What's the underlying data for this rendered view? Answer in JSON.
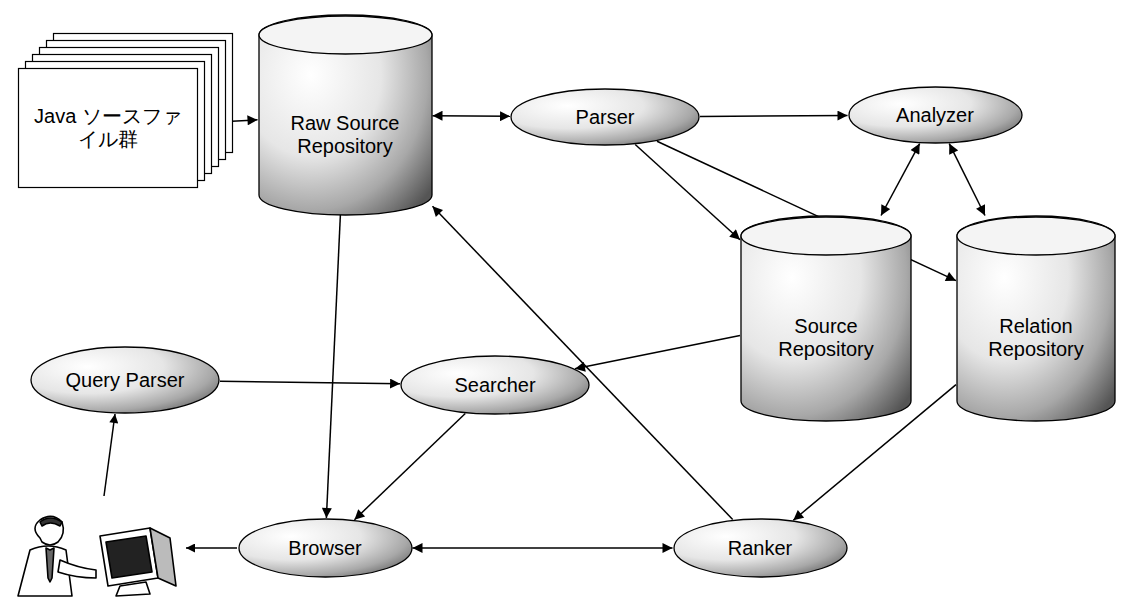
{
  "diagram": {
    "nodes": [
      {
        "text": [
          "Java ソースファイル群"
        ]
      },
      {
        "text": [
          "Raw Source Repository"
        ]
      },
      {
        "text": [
          "Parser"
        ]
      },
      {
        "text": [
          "Analyzer"
        ]
      },
      {
        "text": [
          "Source Repository"
        ]
      },
      {
        "text": [
          "Relation Repository"
        ]
      },
      {
        "text": [
          "Query Parser"
        ]
      },
      {
        "text": [
          "Searcher"
        ]
      },
      {
        "text": [
          "Browser"
        ]
      },
      {
        "text": [
          "Ranker"
        ]
      }
    ],
    "edges": [
      {
        "from": 0,
        "to": 1,
        "arrow": "to"
      },
      {
        "from": 1,
        "to": 2,
        "arrow": "both"
      },
      {
        "from": 2,
        "to": 3,
        "arrow": "to"
      },
      {
        "from": 2,
        "to": 4,
        "arrow": "to"
      },
      {
        "from": 2,
        "to": 5,
        "arrow": "to"
      },
      {
        "from": 3,
        "to": 4,
        "arrow": "both"
      },
      {
        "from": 3,
        "to": 5,
        "arrow": "both"
      },
      {
        "from": 1,
        "to": 8,
        "arrow": "to"
      },
      {
        "from": 4,
        "to": 7,
        "arrow": "to"
      },
      {
        "from": 6,
        "to": 7,
        "arrow": "to"
      },
      {
        "from": 7,
        "to": 8,
        "arrow": "to"
      },
      {
        "from": 8,
        "to": 9,
        "arrow": "both"
      },
      {
        "from": 9,
        "to": 1,
        "arrow": "to"
      },
      {
        "from": 5,
        "to": 9,
        "arrow": "to"
      }
    ]
  }
}
